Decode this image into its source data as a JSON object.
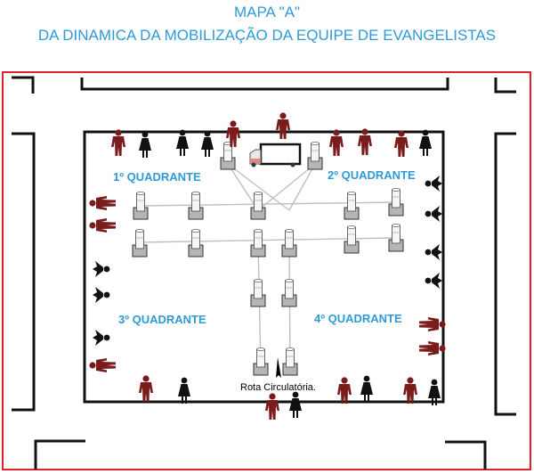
{
  "title": "MAPA \"A\"",
  "subtitle": "DA DINAMICA DA MOBILIZAÇÃO DA EQUIPE DE EVANGELISTAS",
  "quadrants": [
    "1º QUADRANTE",
    "2º QUADRANTE",
    "3º QUADRANTE",
    "4º QUADRANTE"
  ],
  "route_label": "Rota Circulatória.",
  "colors": {
    "title": "#2e9ad8",
    "frame": "#e0202a",
    "male_figure": "#7a1c1c",
    "female_figure": "#111111",
    "block": "#111111"
  },
  "icons": [
    "male-person-icon",
    "female-person-icon",
    "person-top-view-icon",
    "drum-barrel-icon",
    "truck-icon",
    "route-arrow-icon"
  ]
}
